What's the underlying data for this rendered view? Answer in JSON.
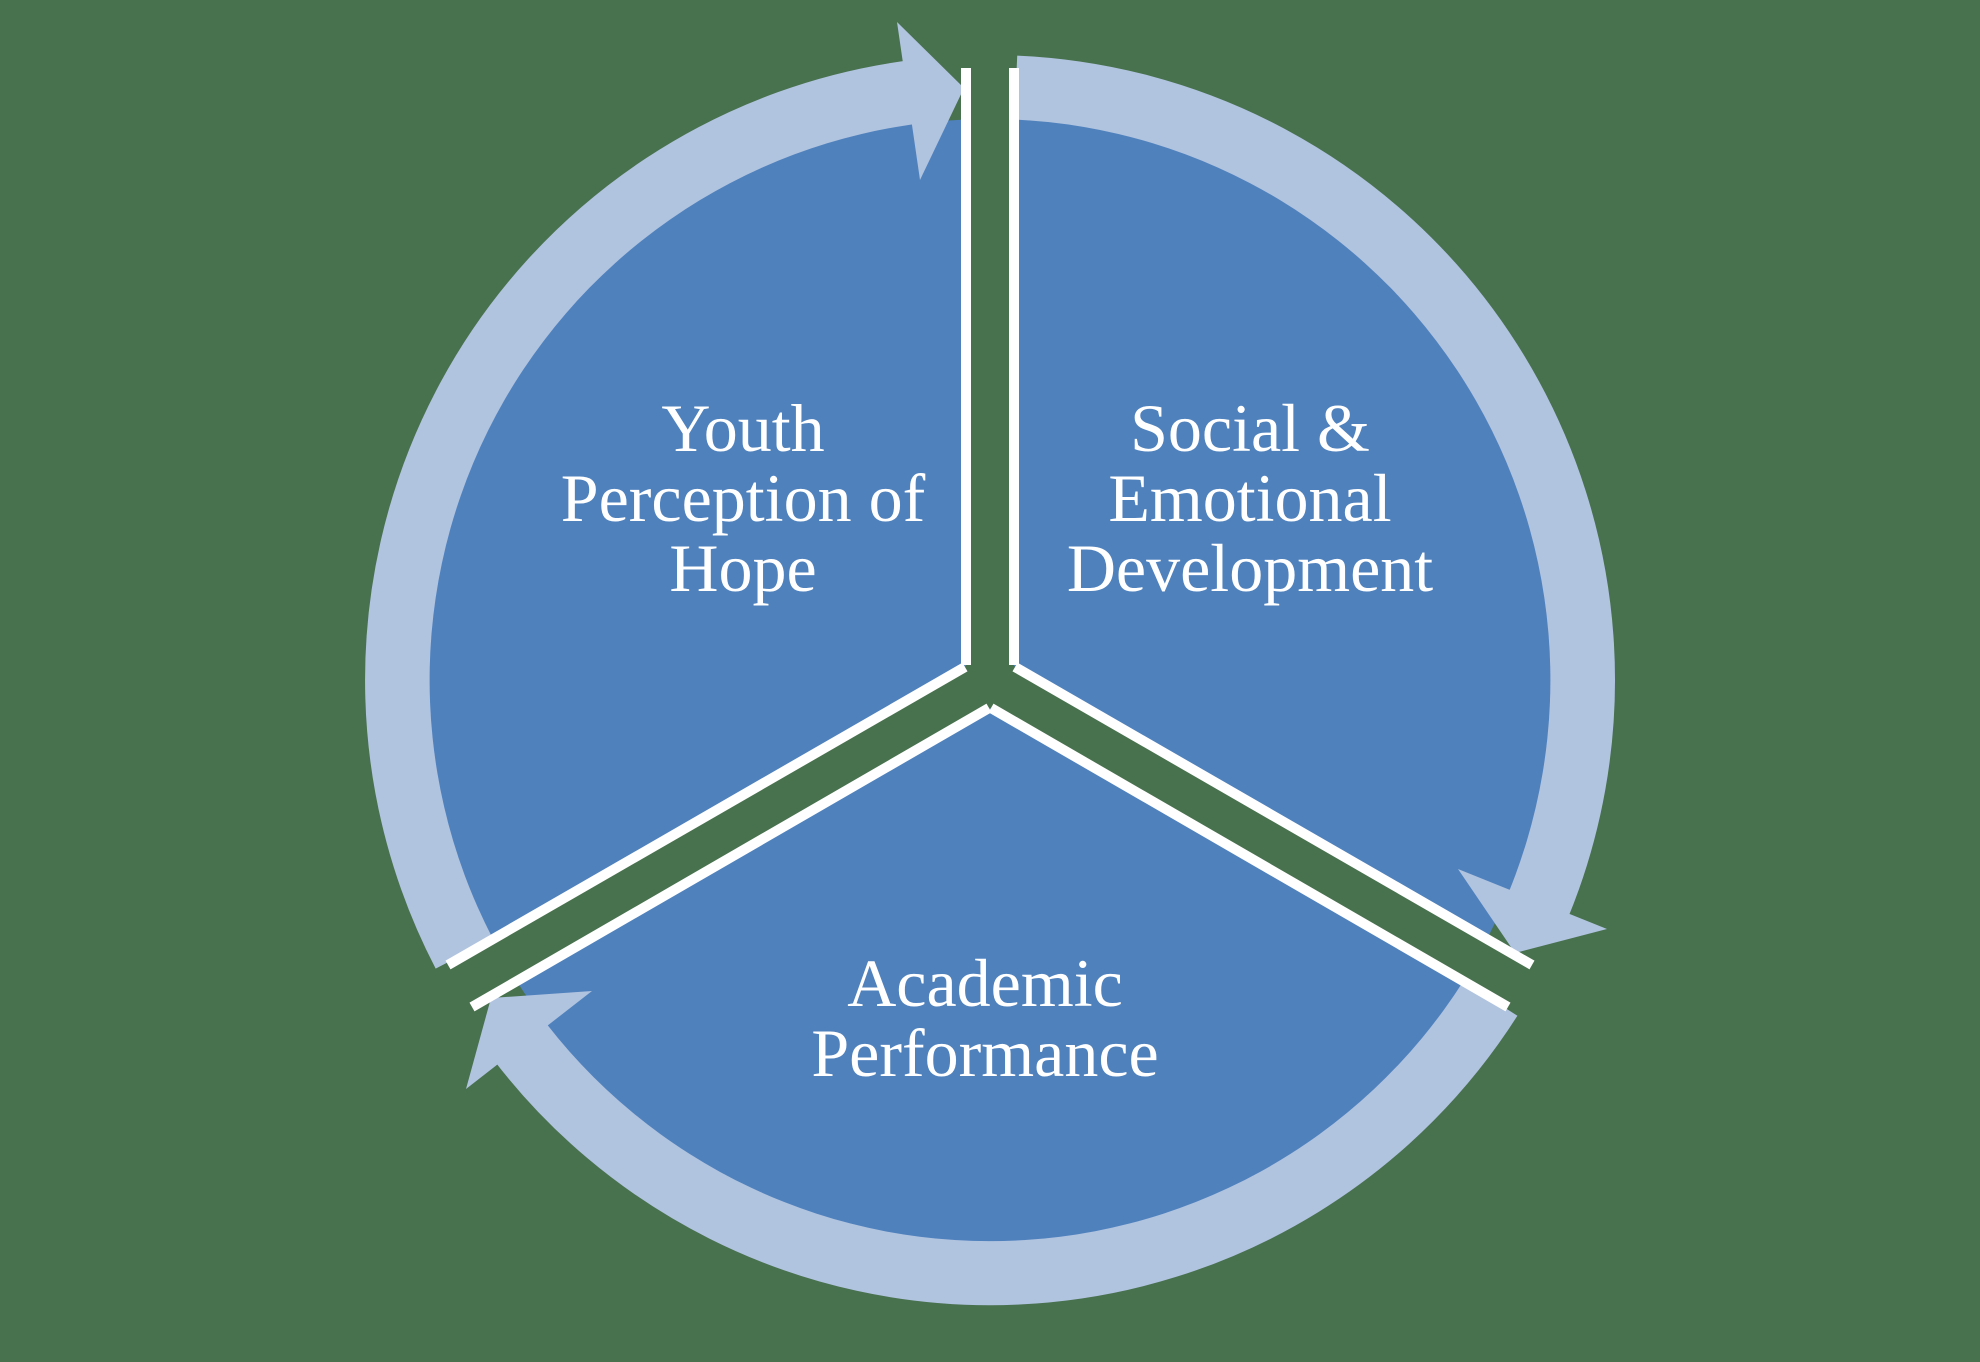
{
  "diagram": {
    "type": "segmented-cycle",
    "direction": "clockwise",
    "segments": [
      {
        "id": "youth",
        "label": "Youth Perception of Hope",
        "lines": {
          "l1": "Youth",
          "l2": "Perception of",
          "l3": "Hope"
        },
        "position": "top-left"
      },
      {
        "id": "social",
        "label": "Social & Emotional Development",
        "lines": {
          "l1": "Social &",
          "l2": "Emotional",
          "l3": "Development"
        },
        "position": "top-right"
      },
      {
        "id": "academic",
        "label": "Academic Performance",
        "lines": {
          "l1": "Academic",
          "l2": "Performance"
        },
        "position": "bottom"
      }
    ],
    "colors": {
      "background": "#48714E",
      "segment": "#4F81BD",
      "arrow": "#B0C3DF",
      "divider": "#FFFFFF",
      "text": "#FFFFFF"
    }
  }
}
